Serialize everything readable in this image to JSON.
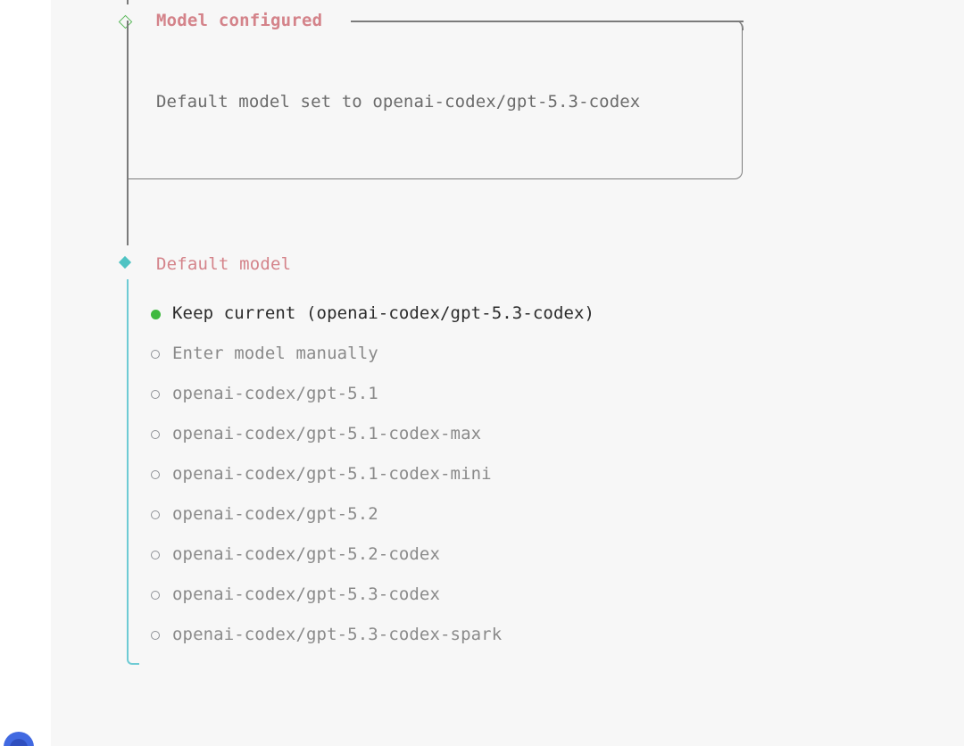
{
  "colors": {
    "panel_background": "#f7f7f7",
    "page_background": "#ffffff",
    "title_accent": "#d4838a",
    "box_border": "#7b7b7b",
    "rail_teal": "#6ecbd4",
    "diamond_green": "#5cb85c",
    "diamond_teal": "#4fc3c3",
    "selected_bullet_green": "#3fb93f",
    "muted_text": "#8a8a8a",
    "body_text": "#6b6b6b",
    "selected_text": "#2b2b2b",
    "avatar_blue": "#4169e1"
  },
  "callout": {
    "marker_icon": "diamond-outline-icon",
    "title": "Model configured",
    "body": "Default model set to openai-codex/gpt-5.3-codex"
  },
  "prompt": {
    "marker_icon": "diamond-filled-icon",
    "title": "Default model",
    "options": [
      {
        "label": "Keep current (openai-codex/gpt-5.3-codex)",
        "selected": true,
        "bullet_icon": "radio-selected-icon"
      },
      {
        "label": "Enter model manually",
        "selected": false,
        "bullet_icon": "radio-unselected-icon"
      },
      {
        "label": "openai-codex/gpt-5.1",
        "selected": false,
        "bullet_icon": "radio-unselected-icon"
      },
      {
        "label": "openai-codex/gpt-5.1-codex-max",
        "selected": false,
        "bullet_icon": "radio-unselected-icon"
      },
      {
        "label": "openai-codex/gpt-5.1-codex-mini",
        "selected": false,
        "bullet_icon": "radio-unselected-icon"
      },
      {
        "label": "openai-codex/gpt-5.2",
        "selected": false,
        "bullet_icon": "radio-unselected-icon"
      },
      {
        "label": "openai-codex/gpt-5.2-codex",
        "selected": false,
        "bullet_icon": "radio-unselected-icon"
      },
      {
        "label": "openai-codex/gpt-5.3-codex",
        "selected": false,
        "bullet_icon": "radio-unselected-icon"
      },
      {
        "label": "openai-codex/gpt-5.3-codex-spark",
        "selected": false,
        "bullet_icon": "radio-unselected-icon"
      }
    ]
  },
  "avatar": {
    "icon": "avatar-icon"
  }
}
